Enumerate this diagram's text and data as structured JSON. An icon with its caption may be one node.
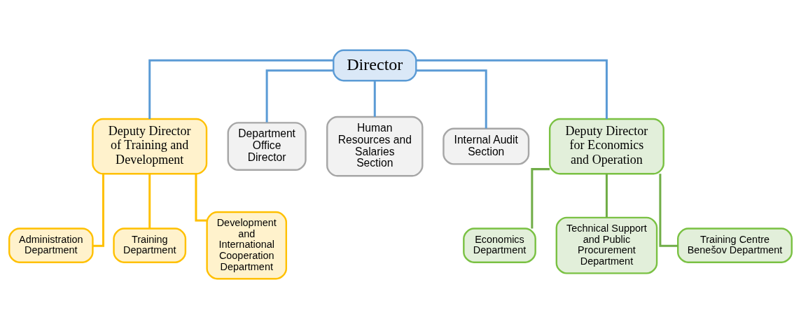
{
  "diagram": {
    "nodes": [
      {
        "text": [
          "Director"
        ]
      },
      {
        "text": [
          "Deputy Director of Training and Development"
        ]
      },
      {
        "text": [
          "Department Office Director"
        ]
      },
      {
        "text": [
          "Human Resources and Salaries Section"
        ]
      },
      {
        "text": [
          "Internal Audit Section"
        ]
      },
      {
        "text": [
          "Deputy Director for Economics and Operation"
        ]
      },
      {
        "text": [
          "Administration Department"
        ]
      },
      {
        "text": [
          "Training Department"
        ]
      },
      {
        "text": [
          "Development and International Cooperation Department"
        ]
      },
      {
        "text": [
          "Economics Department"
        ]
      },
      {
        "text": [
          "Technical Support and Public Procurement Department"
        ]
      },
      {
        "text": [
          "Training Centre Benešov Department"
        ]
      }
    ],
    "edges": [
      {
        "from": 0,
        "to": 1,
        "arrow": "none"
      },
      {
        "from": 0,
        "to": 2,
        "arrow": "none"
      },
      {
        "from": 0,
        "to": 3,
        "arrow": "none"
      },
      {
        "from": 0,
        "to": 4,
        "arrow": "none"
      },
      {
        "from": 0,
        "to": 5,
        "arrow": "none"
      },
      {
        "from": 1,
        "to": 6,
        "arrow": "none",
        "color": "#ffc000"
      },
      {
        "from": 1,
        "to": 7,
        "arrow": "none",
        "color": "#ffc000"
      },
      {
        "from": 1,
        "to": 8,
        "arrow": "none",
        "color": "#ffc000"
      },
      {
        "from": 5,
        "to": 9,
        "arrow": "none",
        "color": "#70ad47"
      },
      {
        "from": 5,
        "to": 10,
        "arrow": "none",
        "color": "#70ad47"
      },
      {
        "from": 5,
        "to": 11,
        "arrow": "none",
        "color": "#70ad47"
      }
    ]
  }
}
